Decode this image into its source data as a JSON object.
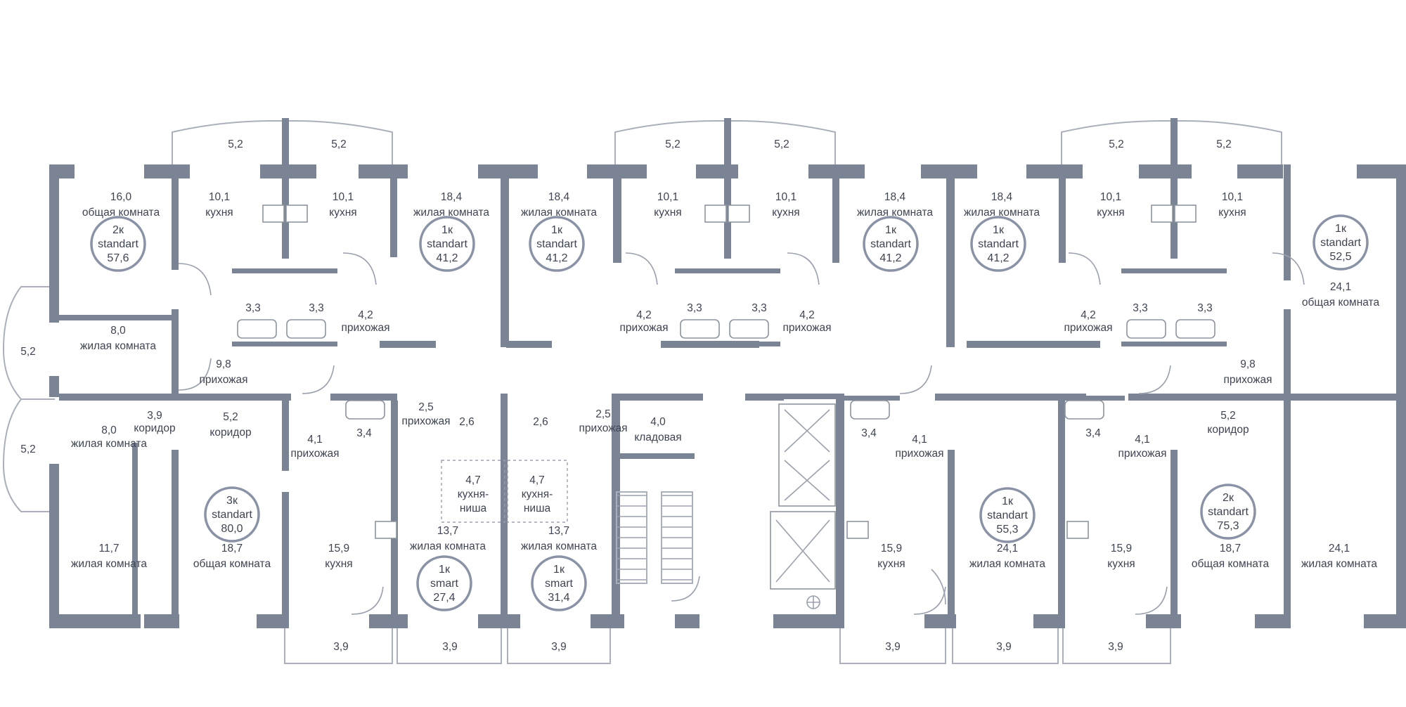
{
  "colors": {
    "wall": "#7b8494",
    "text": "#3e4452",
    "badge_stroke": "#8a92a6"
  },
  "rooms": {
    "r1": {
      "area": "16,0",
      "name": "общая комната"
    },
    "r2": {
      "area": "10,1",
      "name": "кухня"
    },
    "r3": {
      "area": "10,1",
      "name": "кухня"
    },
    "r4": {
      "area": "18,4",
      "name": "жилая комната"
    },
    "r5": {
      "area": "18,4",
      "name": "жилая комната"
    },
    "r6": {
      "area": "10,1",
      "name": "кухня"
    },
    "r7": {
      "area": "10,1",
      "name": "кухня"
    },
    "r8": {
      "area": "18,4",
      "name": "жилая комната"
    },
    "r9": {
      "area": "18,4",
      "name": "жилая комната"
    },
    "r10": {
      "area": "10,1",
      "name": "кухня"
    },
    "r11": {
      "area": "10,1",
      "name": "кухня"
    },
    "r12": {
      "area": "24,1",
      "name": "общая комната"
    },
    "r13": {
      "area": "8,0",
      "name": "жилая комната"
    },
    "r14": {
      "area": "9,8",
      "name": "прихожая"
    },
    "r15": {
      "area": "9,8",
      "name": "прихожая"
    },
    "r16": {
      "area": "4,2",
      "name": "прихожая"
    },
    "r17": {
      "area": "4,2",
      "name": "прихожая"
    },
    "r18": {
      "area": "4,2",
      "name": "прихожая"
    },
    "r19": {
      "area": "4,2",
      "name": "прихожая"
    },
    "r20": {
      "area": "8,0",
      "name": "жилая комната"
    },
    "r21": {
      "area": "3,9",
      "name": "коридор"
    },
    "r22": {
      "area": "5,2",
      "name": "коридор"
    },
    "r23": {
      "area": "4,1",
      "name": "прихожая"
    },
    "r24": {
      "area": "2,5",
      "name": "прихожая"
    },
    "r25": {
      "area": "2,5",
      "name": "прихожая"
    },
    "r26": {
      "area": "4,0",
      "name": "кладовая"
    },
    "r27": {
      "area": "4,1",
      "name": "прихожая"
    },
    "r28": {
      "area": "4,1",
      "name": "прихожая"
    },
    "r29": {
      "area": "5,2",
      "name": "коридор"
    },
    "r30": {
      "area": "4,7",
      "name": "кухня-"
    },
    "r31": {
      "area": "4,7",
      "name": "кухня-"
    },
    "r32": {
      "area": "11,7",
      "name": "жилая комната"
    },
    "r33": {
      "area": "18,7",
      "name": "общая комната"
    },
    "r34": {
      "area": "15,9",
      "name": "кухня"
    },
    "r35": {
      "area": "13,7",
      "name": "жилая комната"
    },
    "r36": {
      "area": "13,7",
      "name": "жилая комната"
    },
    "r37": {
      "area": "15,9",
      "name": "кухня"
    },
    "r38": {
      "area": "24,1",
      "name": "жилая комната"
    },
    "r39": {
      "area": "15,9",
      "name": "кухня"
    },
    "r40": {
      "area": "18,7",
      "name": "общая комната"
    },
    "r41": {
      "area": "24,1",
      "name": "жилая комната"
    }
  },
  "niche_suffix": "ниша",
  "small_areas": [
    "3,3",
    "3,3",
    "3,3",
    "3,3",
    "3,3",
    "3,3",
    "2,6",
    "2,6",
    "3,4",
    "3,4",
    "3,4"
  ],
  "balconies": [
    "5,2",
    "5,2",
    "5,2",
    "5,2",
    "5,2",
    "5,2",
    "5,2",
    "5,2",
    "3,9",
    "3,9",
    "3,9",
    "3,9",
    "3,9",
    "3,9"
  ],
  "apartments": [
    {
      "type": "2к",
      "class": "standart",
      "area": "57,6"
    },
    {
      "type": "1к",
      "class": "standart",
      "area": "41,2"
    },
    {
      "type": "1к",
      "class": "standart",
      "area": "41,2"
    },
    {
      "type": "1к",
      "class": "standart",
      "area": "41,2"
    },
    {
      "type": "1к",
      "class": "standart",
      "area": "41,2"
    },
    {
      "type": "1к",
      "class": "standart",
      "area": "52,5"
    },
    {
      "type": "3к",
      "class": "standart",
      "area": "80,0"
    },
    {
      "type": "1к",
      "class": "smart",
      "area": "27,4"
    },
    {
      "type": "1к",
      "class": "smart",
      "area": "31,4"
    },
    {
      "type": "1к",
      "class": "standart",
      "area": "55,3"
    },
    {
      "type": "2к",
      "class": "standart",
      "area": "75,3"
    }
  ]
}
